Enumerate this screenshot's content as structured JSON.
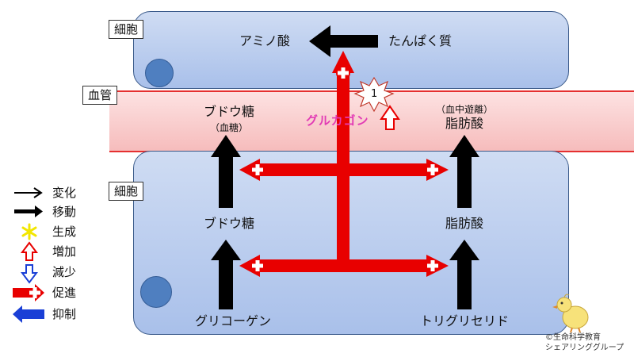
{
  "labels": {
    "cell_top": "細胞",
    "vessel": "血管",
    "cell_bottom": "細胞"
  },
  "nodes": {
    "amino_acid": "アミノ酸",
    "protein": "たんぱく質",
    "glucose_blood": "ブドウ糖",
    "glucose_blood_sub": "（血糖）",
    "fatty_acid_blood_sub": "（血中遊離）",
    "fatty_acid_blood": "脂肪酸",
    "glucose_cell": "ブドウ糖",
    "fatty_acid_cell": "脂肪酸",
    "glycogen": "グリコーゲン",
    "triglyceride": "トリグリセリド"
  },
  "hormone": {
    "name": "グルカゴン",
    "marker": "1"
  },
  "legend": [
    {
      "icon": "thin-arrow-icon",
      "label": "変化"
    },
    {
      "icon": "bold-arrow-icon",
      "label": "移動"
    },
    {
      "icon": "asterisk-icon",
      "label": "生成"
    },
    {
      "icon": "up-outline-arrow-icon",
      "label": "増加"
    },
    {
      "icon": "down-outline-arrow-icon",
      "label": "減少"
    },
    {
      "icon": "red-plus-arrow-icon",
      "label": "促進"
    },
    {
      "icon": "blue-arrow-icon",
      "label": "抑制"
    }
  ],
  "credit": {
    "line1": "©生命科学教育",
    "line2": "シェアリンググループ"
  },
  "colors": {
    "promote": "#e80000",
    "inhibit": "#1a3fd6",
    "glucagon": "#e23bb5",
    "generate": "#f2e600"
  }
}
